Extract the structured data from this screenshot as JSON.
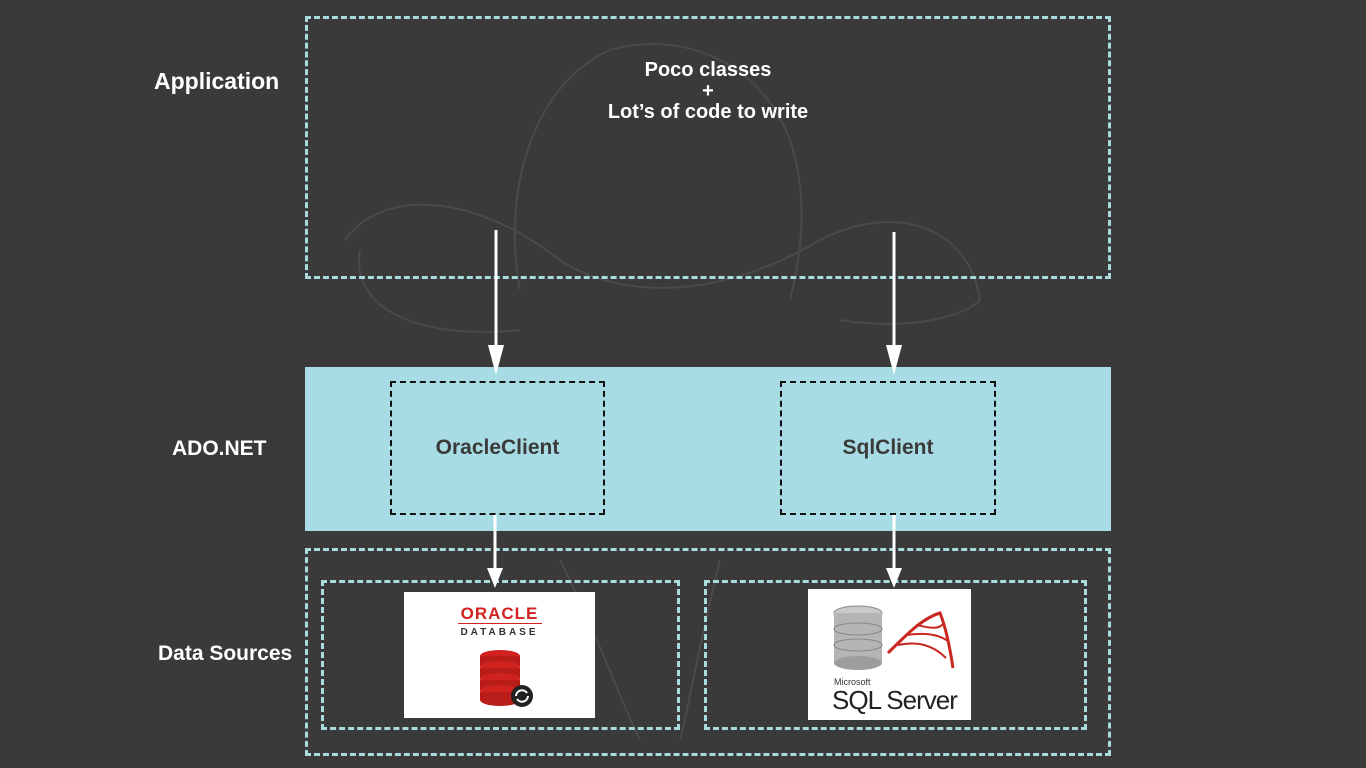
{
  "labels": {
    "application": "Application",
    "ado_net": "ADO.NET",
    "data_sources": "Data Sources"
  },
  "application_box": {
    "line1": "Poco classes",
    "line2": "+",
    "line3": "Lot’s of code to write"
  },
  "clients": {
    "oracle": "OracleClient",
    "sql": "SqlClient"
  },
  "logos": {
    "oracle_brand": "ORACLE",
    "oracle_sub": "DATABASE",
    "sql_vendor": "Microsoft",
    "sql_product": "SQL Server"
  },
  "colors": {
    "background": "#3a3a3a",
    "dashed_border": "#a8dcdc",
    "ado_band": "#a8dce4",
    "oracle_red": "#d0231f",
    "arrow": "#ffffff"
  }
}
